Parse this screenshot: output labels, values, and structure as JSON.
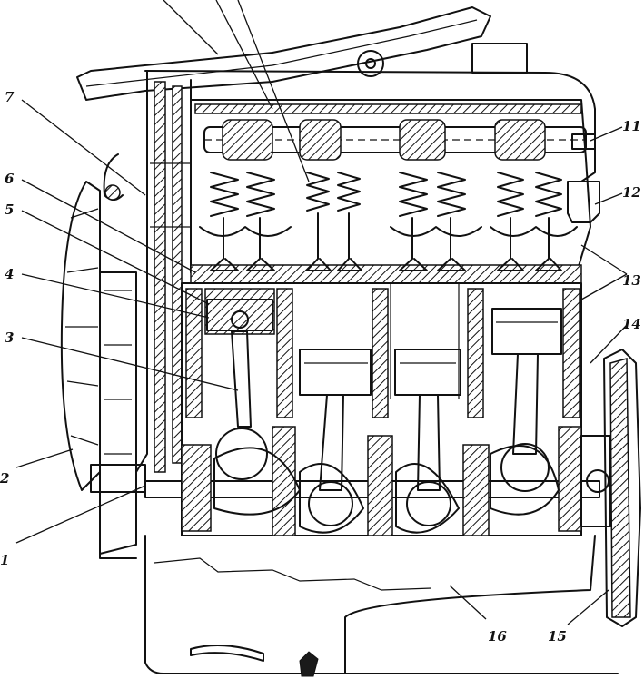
{
  "callouts": {
    "c1": "1",
    "c2": "2",
    "c3": "3",
    "c4": "4",
    "c5": "5",
    "c6": "6",
    "c7": "7",
    "c11": "11",
    "c12": "12",
    "c13": "13",
    "c14": "14",
    "c15": "15",
    "c16": "16"
  }
}
